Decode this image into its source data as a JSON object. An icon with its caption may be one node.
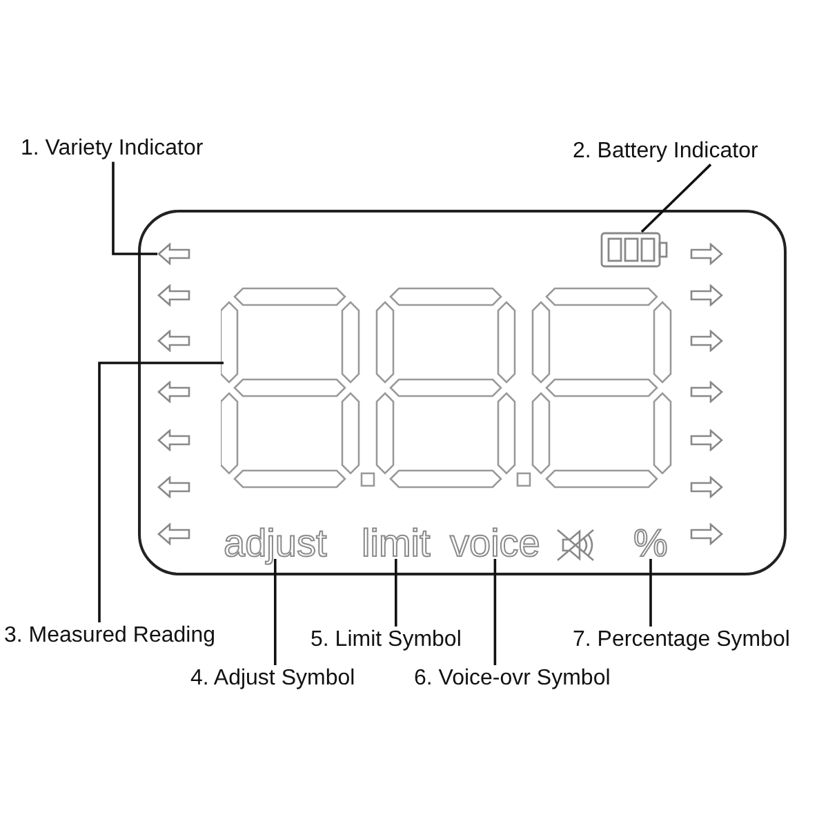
{
  "diagram": {
    "nodes": [
      {
        "text": [],
        "shape": "box"
      },
      {
        "text": [
          "1. Variety Indicator"
        ]
      },
      {
        "text": [],
        "shape": "picture",
        "in": 0
      },
      {
        "text": [
          "2. Battery Indicator"
        ]
      },
      {
        "text": [],
        "shape": "picture",
        "in": 0
      },
      {
        "text": [
          "3. Measured Reading"
        ]
      },
      {
        "text": [],
        "shape": "picture",
        "in": 0
      },
      {
        "text": [
          "4. Adjust Symbol"
        ]
      },
      {
        "text": [
          "adjust"
        ],
        "in": 0
      },
      {
        "text": [
          "5. Limit Symbol"
        ]
      },
      {
        "text": [
          "limit"
        ],
        "in": 0
      },
      {
        "text": [
          "6. Voice-ovr Symbol"
        ]
      },
      {
        "text": [
          "voice"
        ],
        "in": 0
      },
      {
        "text": [
          "7. Percentage Symbol"
        ]
      },
      {
        "text": [
          "%"
        ],
        "in": 0
      }
    ],
    "edges": [
      {
        "from": 1,
        "to": 2,
        "arrow": "none"
      },
      {
        "from": 3,
        "to": 4,
        "arrow": "none"
      },
      {
        "from": 5,
        "to": 6,
        "arrow": "none"
      },
      {
        "from": 7,
        "to": 8,
        "arrow": "none"
      },
      {
        "from": 9,
        "to": 10,
        "arrow": "none"
      },
      {
        "from": 11,
        "to": 12,
        "arrow": "none"
      },
      {
        "from": 13,
        "to": 14,
        "arrow": "none"
      }
    ]
  }
}
